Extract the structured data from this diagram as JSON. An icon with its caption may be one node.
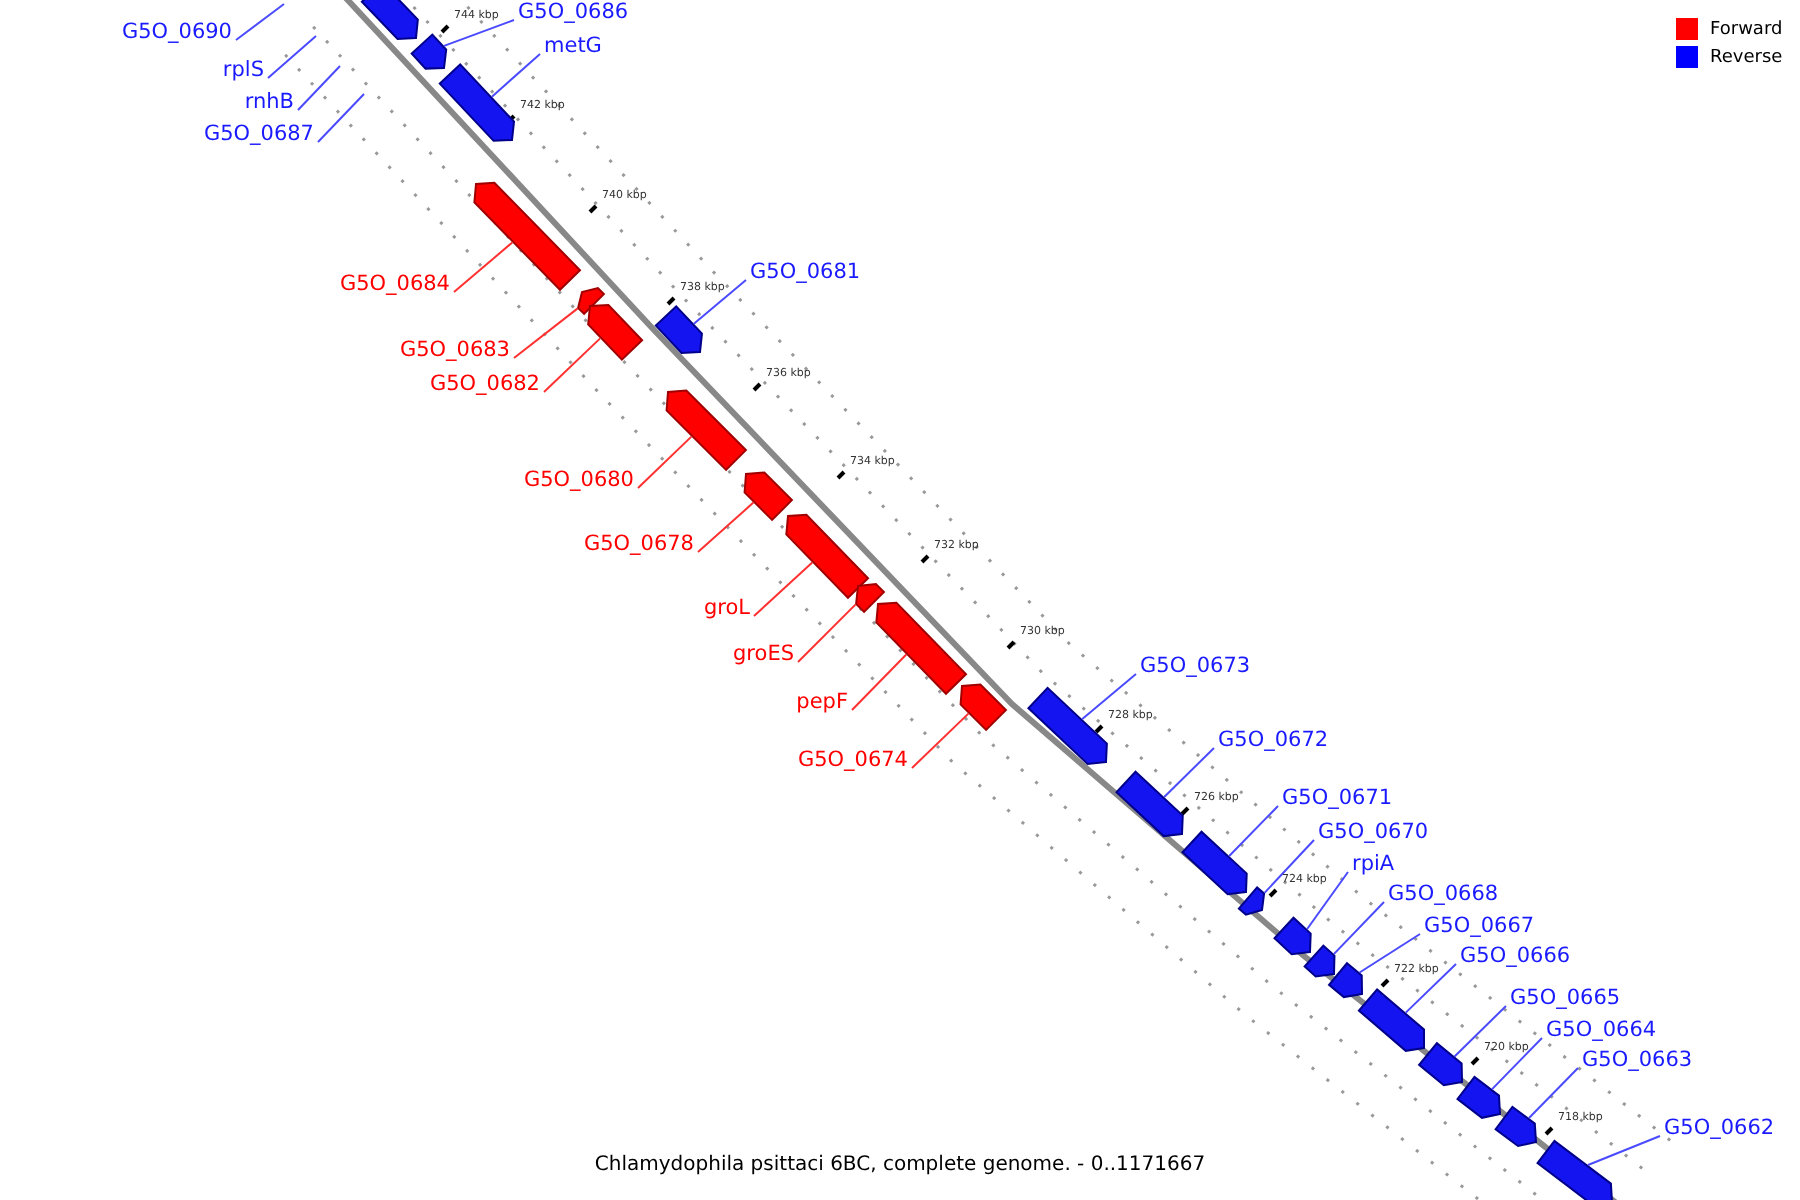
{
  "diagram": {
    "caption": "Chlamydophila psittaci 6BC, complete genome. - 0..1171667",
    "nodes": [
      {
        "text": [],
        "shape": "bar"
      },
      {
        "text": [
          "G5O_0690"
        ]
      },
      {
        "text": [
          "G5O_0686"
        ]
      },
      {
        "text": [],
        "shape": "bar"
      },
      {
        "text": [
          "rplS"
        ]
      },
      {
        "text": [
          "metG"
        ]
      },
      {
        "text": [],
        "shape": "bar"
      },
      {
        "text": [
          "rnhB"
        ]
      },
      {
        "text": [
          "G5O_0687"
        ]
      },
      {
        "text": [],
        "shape": "bar"
      },
      {
        "text": [
          "G5O_0684"
        ]
      },
      {
        "text": [
          "G5O_0681"
        ]
      },
      {
        "text": [],
        "shape": "bar"
      },
      {
        "text": [],
        "shape": "bar"
      },
      {
        "text": [
          "G5O_0683"
        ]
      },
      {
        "text": [],
        "shape": "bar"
      },
      {
        "text": [
          "G5O_0682"
        ]
      },
      {
        "text": [],
        "shape": "bar"
      },
      {
        "text": [
          "G5O_0680"
        ]
      },
      {
        "text": [],
        "shape": "bar"
      },
      {
        "text": [
          "G5O_0678"
        ]
      },
      {
        "text": [],
        "shape": "bar"
      },
      {
        "text": [
          "groL"
        ]
      },
      {
        "text": [],
        "shape": "bar"
      },
      {
        "text": [
          "groES"
        ]
      },
      {
        "text": [],
        "shape": "bar"
      },
      {
        "text": [
          "pepF"
        ]
      },
      {
        "text": [],
        "shape": "bar"
      },
      {
        "text": [
          "G5O_0674"
        ]
      },
      {
        "text": [
          "G5O_0673"
        ]
      },
      {
        "text": [],
        "shape": "bar"
      },
      {
        "text": [
          "G5O_0672"
        ]
      },
      {
        "text": [],
        "shape": "bar"
      },
      {
        "text": [
          "G5O_0671"
        ]
      },
      {
        "text": [],
        "shape": "bar"
      },
      {
        "text": [
          "G5O_0670"
        ]
      },
      {
        "text": [],
        "shape": "bar"
      },
      {
        "text": [
          "rpiA"
        ]
      },
      {
        "text": [],
        "shape": "bar"
      },
      {
        "text": [
          "G5O_0668"
        ]
      },
      {
        "text": [],
        "shape": "bar"
      },
      {
        "text": [
          "G5O_0667"
        ]
      },
      {
        "text": [],
        "shape": "bar"
      },
      {
        "text": [
          "G5O_0666"
        ]
      },
      {
        "text": [],
        "shape": "bar"
      },
      {
        "text": [
          "G5O_0665"
        ]
      },
      {
        "text": [],
        "shape": "bar"
      },
      {
        "text": [
          "G5O_0664"
        ]
      },
      {
        "text": [],
        "shape": "bar"
      },
      {
        "text": [
          "G5O_0663"
        ]
      },
      {
        "text": [],
        "shape": "bar"
      },
      {
        "text": [
          "G5O_0662"
        ]
      },
      {
        "text": [],
        "shape": "bar"
      }
    ],
    "edges": [
      {
        "from": 1,
        "to": null,
        "arrow": "none"
      },
      {
        "from": 2,
        "to": 3,
        "arrow": "none"
      },
      {
        "from": 4,
        "to": null,
        "arrow": "none"
      },
      {
        "from": 5,
        "to": 6,
        "arrow": "none"
      },
      {
        "from": 7,
        "to": null,
        "arrow": "none"
      },
      {
        "from": 8,
        "to": null,
        "arrow": "none"
      },
      {
        "from": 10,
        "to": 9,
        "arrow": "none",
        "color": "#ff3030"
      },
      {
        "from": 11,
        "to": 12,
        "arrow": "none"
      },
      {
        "from": 14,
        "to": 13,
        "arrow": "none",
        "color": "#ff3030"
      },
      {
        "from": 16,
        "to": 15,
        "arrow": "none",
        "color": "#ff3030"
      },
      {
        "from": 18,
        "to": 17,
        "arrow": "none",
        "color": "#ff3030"
      },
      {
        "from": 20,
        "to": 19,
        "arrow": "none",
        "color": "#ff3030"
      },
      {
        "from": 22,
        "to": 21,
        "arrow": "none",
        "color": "#ff3030"
      },
      {
        "from": 24,
        "to": 23,
        "arrow": "none",
        "color": "#ff3030"
      },
      {
        "from": 26,
        "to": 25,
        "arrow": "none",
        "color": "#ff3030"
      },
      {
        "from": 28,
        "to": 27,
        "arrow": "none",
        "color": "#ff3030"
      },
      {
        "from": 29,
        "to": 30,
        "arrow": "none"
      },
      {
        "from": 31,
        "to": 32,
        "arrow": "none"
      },
      {
        "from": 33,
        "to": 34,
        "arrow": "none"
      },
      {
        "from": 35,
        "to": 36,
        "arrow": "none"
      },
      {
        "from": 37,
        "to": 38,
        "arrow": "none"
      },
      {
        "from": 39,
        "to": 40,
        "arrow": "none"
      },
      {
        "from": 41,
        "to": 42,
        "arrow": "none"
      },
      {
        "from": 43,
        "to": 44,
        "arrow": "none"
      },
      {
        "from": 45,
        "to": 46,
        "arrow": "none"
      },
      {
        "from": 47,
        "to": 48,
        "arrow": "none"
      },
      {
        "from": 49,
        "to": 50,
        "arrow": "none"
      },
      {
        "from": 51,
        "to": 52,
        "arrow": "none"
      }
    ],
    "labels": [
      "744 kbp",
      "742 kbp",
      "740 kbp",
      "738 kbp",
      "736 kbp",
      "734 kbp",
      "732 kbp",
      "730 kbp",
      "728 kbp",
      "726 kbp",
      "724 kbp",
      "722 kbp",
      "720 kbp",
      "718 kbp"
    ],
    "legend": [
      {
        "text": "Forward",
        "color": "#ff0000"
      },
      {
        "text": "Reverse",
        "color": "#0000ff"
      }
    ]
  }
}
